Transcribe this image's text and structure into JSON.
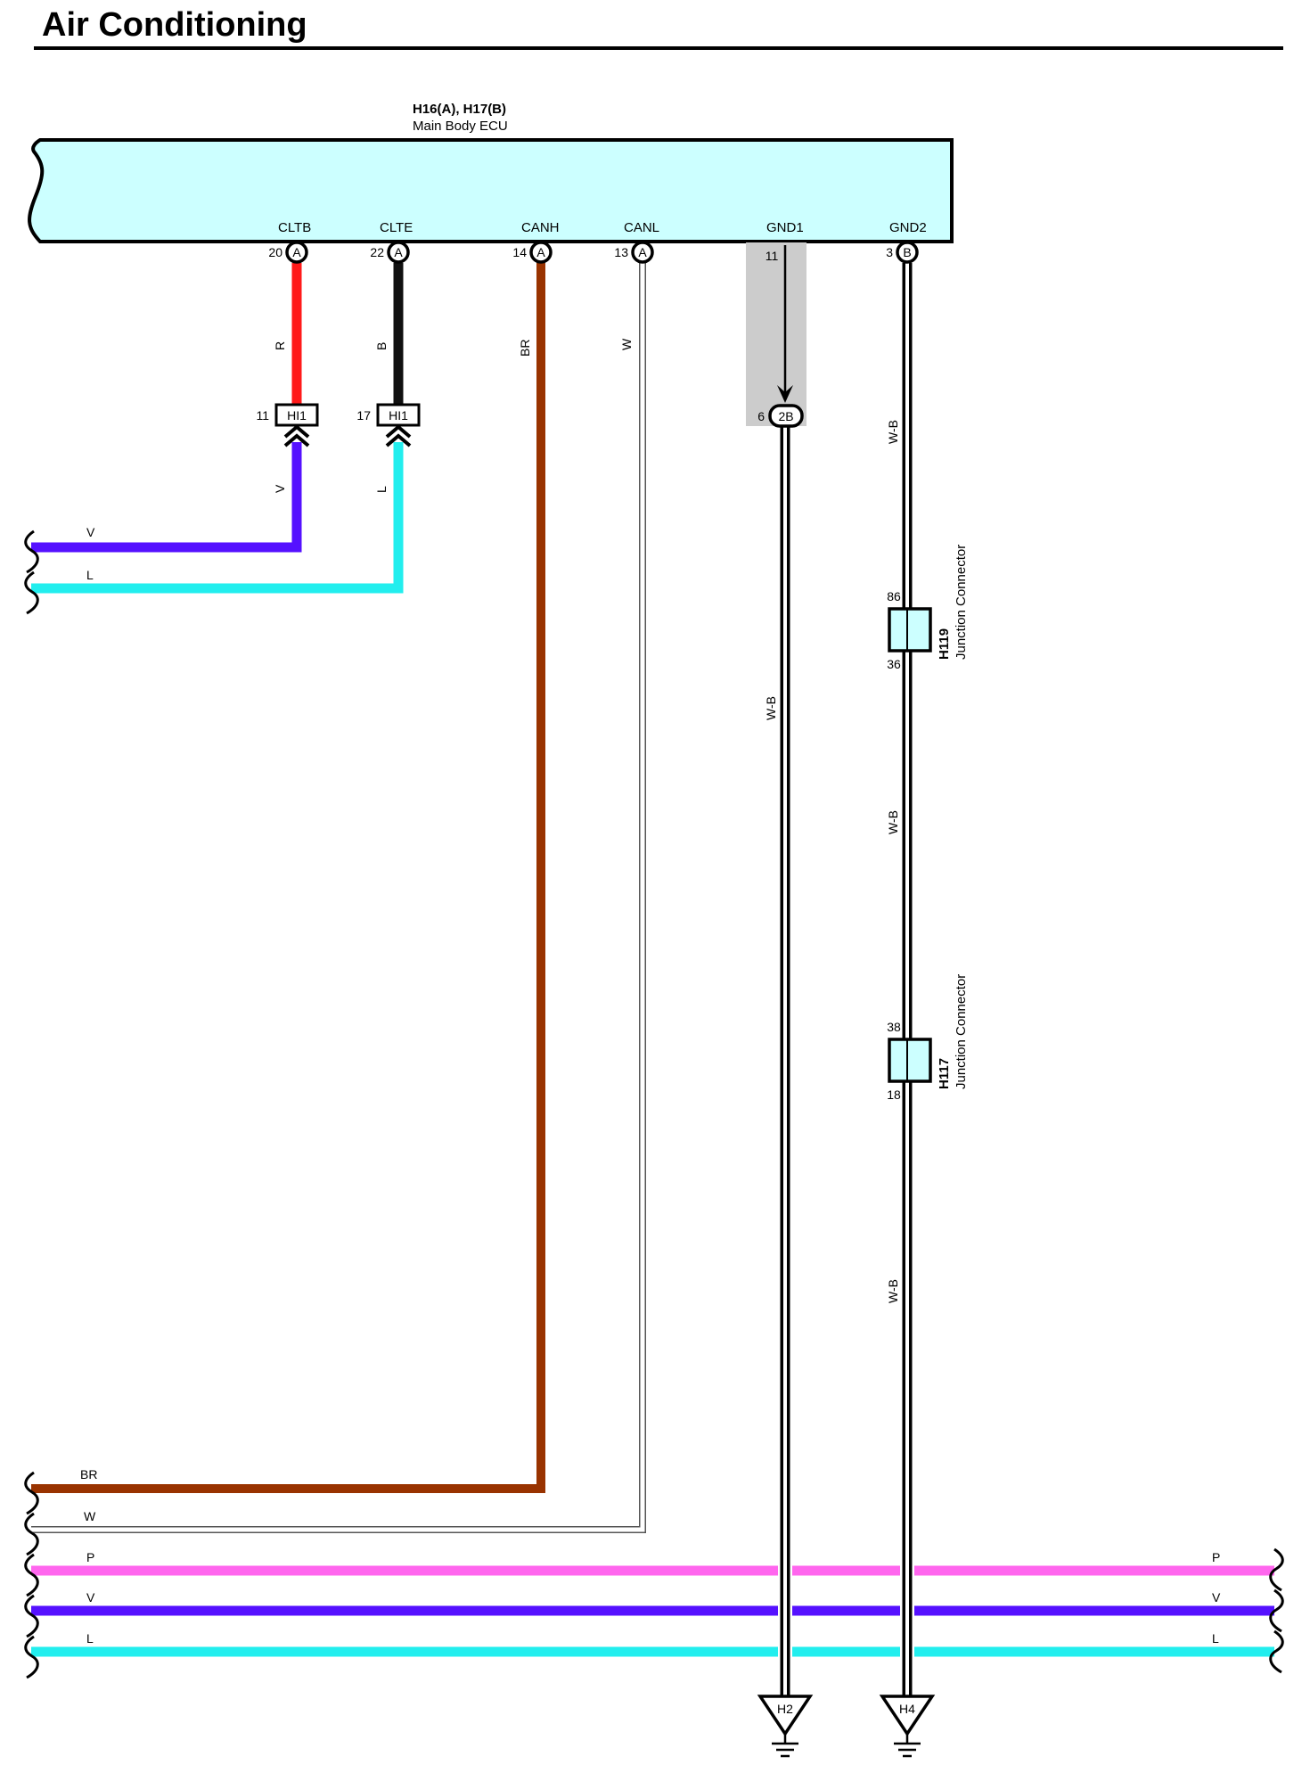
{
  "title": "Air Conditioning",
  "ecu": {
    "id": "H16(A), H17(B)",
    "name": "Main Body ECU",
    "fill": "#ccffff",
    "terminals": [
      {
        "name": "CLTB",
        "pin": "20",
        "conn": "A"
      },
      {
        "name": "CLTE",
        "pin": "22",
        "conn": "A"
      },
      {
        "name": "CANH",
        "pin": "14",
        "conn": "A"
      },
      {
        "name": "CANL",
        "pin": "13",
        "conn": "A"
      },
      {
        "name": "GND1",
        "pin": "11",
        "conn": ""
      },
      {
        "name": "GND2",
        "pin": "3",
        "conn": "B"
      }
    ]
  },
  "wire_colors": {
    "R": "#ff1a1a",
    "B": "#111111",
    "BR": "#993300",
    "W": "#ffffff",
    "V": "#5511ff",
    "L": "#22eeee",
    "P": "#ff66ee",
    "W-B": "#ffffff"
  },
  "wires": {
    "cltb_upper": "R",
    "clte_upper": "B",
    "canh": "BR",
    "canl": "W",
    "cltb_lower": "V",
    "clte_lower": "L",
    "gnd1": "W-B",
    "gnd2_a": "W-B",
    "gnd2_b": "W-B",
    "gnd2_c": "W-B"
  },
  "inline_connectors": [
    {
      "id": "HI1",
      "pin": "11"
    },
    {
      "id": "HI1",
      "pin": "17"
    },
    {
      "id": "2B",
      "pin": "6"
    }
  ],
  "junction_connectors": [
    {
      "id": "H119",
      "name": "Junction Connector",
      "pin_top": "86",
      "pin_bottom": "36"
    },
    {
      "id": "H117",
      "name": "Junction Connector",
      "pin_top": "38",
      "pin_bottom": "18"
    }
  ],
  "grounds": [
    "H2",
    "H4"
  ],
  "left_bus": [
    "V",
    "L",
    "BR",
    "W",
    "P",
    "V",
    "L"
  ],
  "right_bus": [
    "P",
    "V",
    "L"
  ]
}
